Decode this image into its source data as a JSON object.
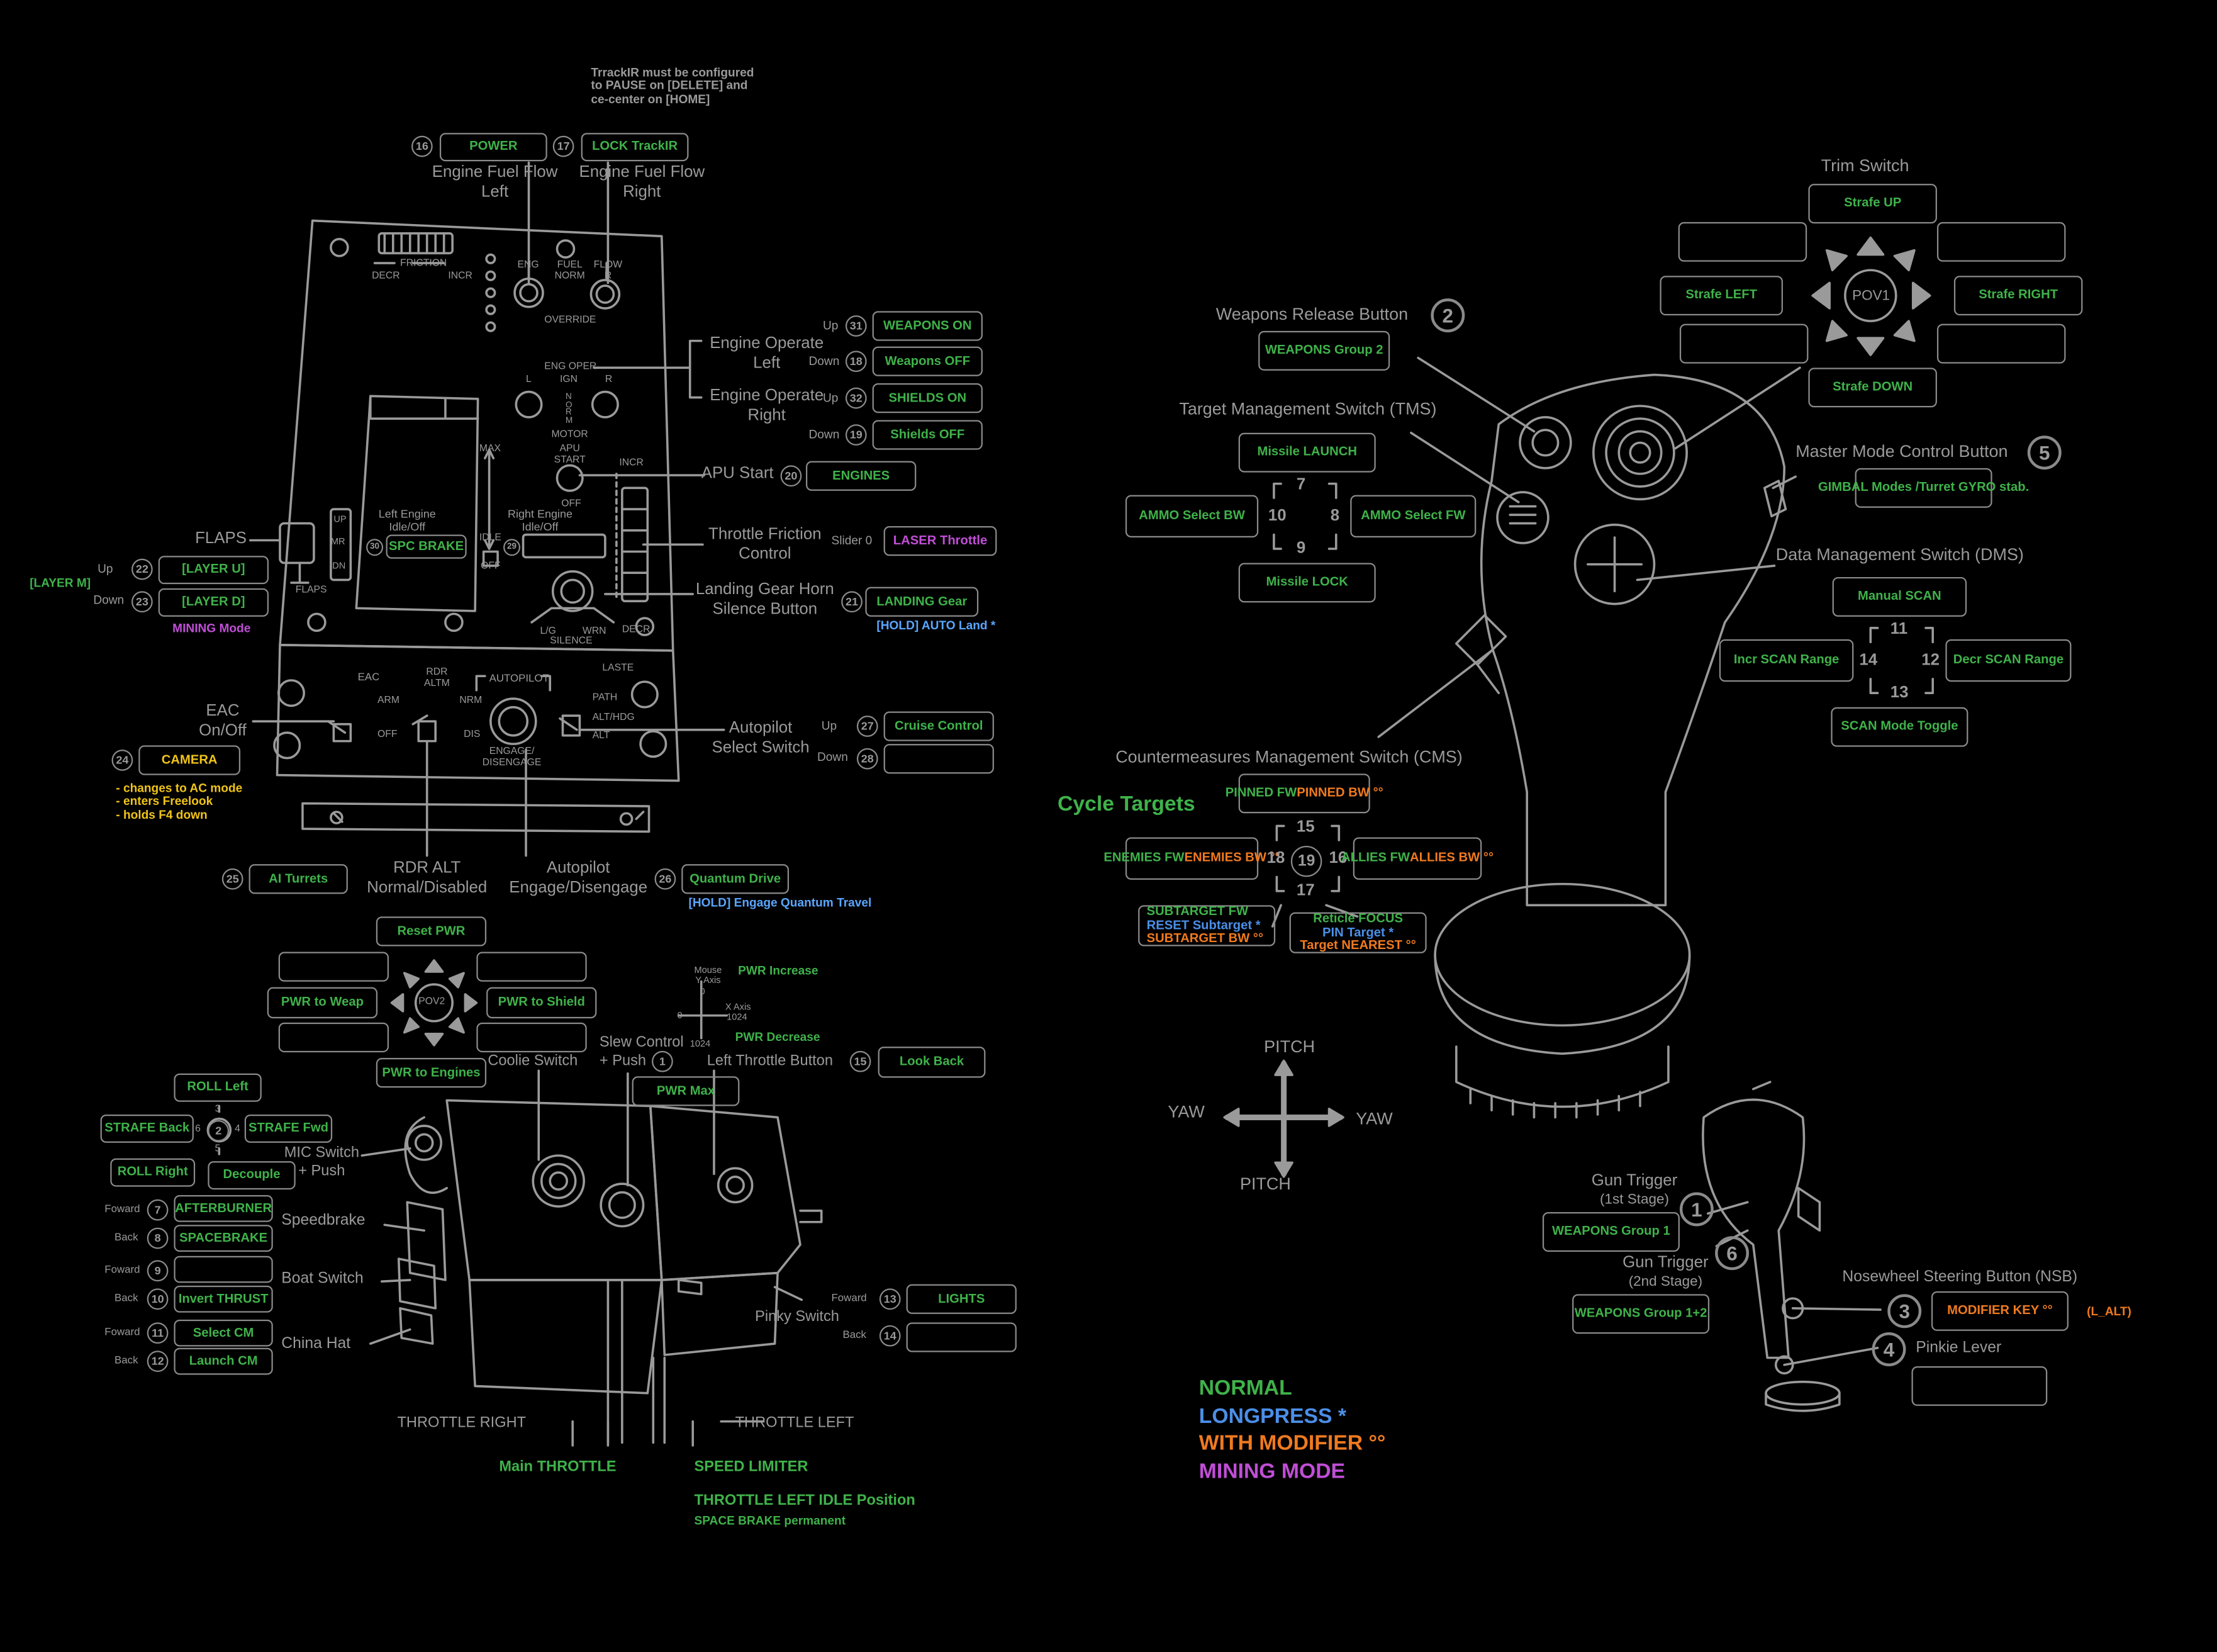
{
  "colors": {
    "normal": "#3fb24a",
    "longpress": "#4b8fe8",
    "modifier": "#ef7a1f",
    "mining": "#c04ed6",
    "camera_notes": "#f0c419",
    "hold_text": "#5aa6ff",
    "outline": "#8a8a8a"
  },
  "notes": {
    "trackir": [
      "TrrackIR must be configured",
      "to PAUSE on [DELETE] and",
      "ce-center on [HOME]"
    ],
    "camera": [
      "- changes to AC mode",
      "- enters Freelook",
      "- holds F4 down"
    ]
  },
  "legend": {
    "normal": "NORMAL",
    "longpress": "LONGPRESS *",
    "modifier": "WITH MODIFIER °°",
    "mining": "MINING MODE"
  },
  "throttle_panel": {
    "friction": "FRICTION",
    "decr": "DECR",
    "incr": "INCR",
    "eng": "ENG",
    "fuel_norm": [
      "FUEL",
      "NORM"
    ],
    "flow": [
      "FLOW",
      "R"
    ],
    "override": "OVERRIDE",
    "eng_oper": "ENG OPER",
    "l": "L",
    "ign": "IGN",
    "r": "R",
    "norm": "NORM",
    "motor": "MOTOR",
    "apu": [
      "APU",
      "START"
    ],
    "off": "OFF",
    "max": "MAX",
    "idle": "IDLE",
    "incr2": "INCR",
    "decr2": "DECR",
    "up": "UP",
    "mr": "MR",
    "dn": "DN",
    "flaps_small": "FLAPS",
    "lg": "L/G",
    "wrn": "WRN",
    "silence": "SILENCE",
    "eac": "EAC",
    "arm": "ARM",
    "off2": "OFF",
    "rdr": [
      "RDR",
      "ALTM"
    ],
    "nrm": "NRM",
    "dis": "DIS",
    "autopilot": "AUTOPILOT",
    "engage": [
      "ENGAGE/",
      "DISENGAGE"
    ],
    "laste": "LASTE",
    "path": "PATH",
    "althdg": "ALT/HDG",
    "alt": "ALT"
  },
  "labels": {
    "eng_fuel_left": [
      "Engine Fuel Flow",
      "Left"
    ],
    "eng_fuel_right": [
      "Engine Fuel Flow",
      "Right"
    ],
    "eng_op_left": [
      "Engine Operate",
      "Left"
    ],
    "eng_op_right": [
      "Engine Operate",
      "Right"
    ],
    "apu_start": "APU Start",
    "throttle_friction": [
      "Throttle Friction",
      "Control"
    ],
    "slider0": "Slider 0",
    "lg_horn": [
      "Landing Gear Horn",
      "Silence Button"
    ],
    "left_engine": [
      "Left Engine",
      "Idle/Off"
    ],
    "right_engine": [
      "Right Engine",
      "Idle/Off"
    ],
    "flaps": "FLAPS",
    "up": "Up",
    "down": "Down",
    "layer_m": "[LAYER M]",
    "mining_mode": "MINING Mode",
    "eac": [
      "EAC",
      "On/Off"
    ],
    "autopilot_select": [
      "Autopilot",
      "Select Switch"
    ],
    "rdr_alt": [
      "RDR ALT",
      "Normal/Disabled"
    ],
    "autopilot_engage": [
      "Autopilot",
      "Engage/Disengage"
    ],
    "hold_auto_land": "[HOLD] AUTO Land *",
    "hold_quantum": "[HOLD] Engage Quantum Travel",
    "coolie": "Coolie Switch",
    "slew": [
      "Slew Control",
      "+ Push"
    ],
    "left_throttle_btn": "Left Throttle Button",
    "mouse_y": [
      "Mouse",
      "Y Axis"
    ],
    "zero": "0",
    "x_axis": "X Axis",
    "v1024": "1024",
    "pwr_increase": "PWR Increase",
    "pwr_decrease": "PWR Decrease",
    "mic": [
      "MIC Switch",
      "+ Push"
    ],
    "speedbrake": "Speedbrake",
    "boat": "Boat Switch",
    "china": "China Hat",
    "foward": "Foward",
    "back": "Back",
    "pinky_switch": "Pinky Switch",
    "throttle_right": "THROTTLE RIGHT",
    "throttle_left": "THROTTLE LEFT",
    "main_throttle": "Main THROTTLE",
    "speed_limiter": "SPEED LIMITER",
    "idle_position": "THROTTLE LEFT IDLE Position",
    "space_brake": "SPACE BRAKE permanent",
    "trim": "Trim Switch",
    "pov1": "POV1",
    "pov2": "POV2",
    "weapons_release": "Weapons Release Button",
    "tms": "Target Management Switch (TMS)",
    "master_mode": "Master Mode Control Button",
    "dms": "Data Management Switch (DMS)",
    "cms": "Countermeasures Management Switch (CMS)",
    "cycle_targets": "Cycle Targets",
    "pitch": "PITCH",
    "yaw": "YAW",
    "gun_trigger1": [
      "Gun Trigger",
      "(1st Stage)"
    ],
    "gun_trigger2": [
      "Gun Trigger",
      "(2nd Stage)"
    ],
    "nsb": "Nosewheel Steering Button (NSB)",
    "pinkie_lever": "Pinkie Lever",
    "l_alt": "(L_ALT)"
  },
  "buttons": {
    "power": "POWER",
    "lock_trackir": "LOCK TrackIR",
    "weapons_on": "WEAPONS ON",
    "weapons_off": "Weapons OFF",
    "shields_on": "SHIELDS ON",
    "shields_off": "Shields OFF",
    "engines": "ENGINES",
    "laser_throttle": "LASER Throttle",
    "landing_gear": "LANDING Gear",
    "spc_brake": "SPC BRAKE",
    "layer_u": "[LAYER U]",
    "layer_d": "[LAYER D]",
    "camera": "CAMERA",
    "cruise": "Cruise Control",
    "ai_turrets": "AI Turrets",
    "quantum": "Quantum Drive",
    "reset_pwr": "Reset PWR",
    "pwr_weap": "PWR to Weap",
    "pwr_shield": "PWR to Shield",
    "pwr_engines": "PWR to Engines",
    "pwr_max": "PWR Max",
    "look_back": "Look Back",
    "roll_left": "ROLL Left",
    "strafe_back": "STRAFE Back",
    "strafe_fwd": "STRAFE Fwd",
    "roll_right": "ROLL Right",
    "decouple": "Decouple",
    "afterburner": "AFTERBURNER",
    "spacebrake": "SPACEBRAKE",
    "invert": "Invert THRUST",
    "select_cm": "Select CM",
    "launch_cm": "Launch CM",
    "lights": "LIGHTS",
    "strafe_up": "Strafe UP",
    "strafe_left": "Strafe LEFT",
    "strafe_right": "Strafe RIGHT",
    "strafe_down": "Strafe DOWN",
    "weapons_group2": "WEAPONS Group 2",
    "missile_launch": "Missile LAUNCH",
    "missile_lock": "Missile LOCK",
    "ammo_bw": "AMMO Select BW",
    "ammo_fw": "AMMO Select FW",
    "gimbal": [
      "GIMBAL Modes /",
      "Turret GYRO stab."
    ],
    "manual_scan": "Manual SCAN",
    "incr_scan": "Incr SCAN Range",
    "decr_scan": "Decr SCAN Range",
    "scan_toggle": "SCAN Mode Toggle",
    "pinned": [
      "PINNED FW",
      "PINNED BW °°"
    ],
    "enemies": [
      "ENEMIES FW",
      "ENEMIES BW °°"
    ],
    "allies": [
      "ALLIES FW",
      "ALLIES BW °°"
    ],
    "subtarget": [
      "SUBTARGET FW",
      "RESET Subtarget *",
      "SUBTARGET BW °°"
    ],
    "reticle": [
      "Reticle FOCUS",
      "PIN Target *",
      "Target NEAREST °°"
    ],
    "weapons_group1": "WEAPONS Group 1",
    "weapons_group12": "WEAPONS Group 1+2",
    "modifier_key": "MODIFIER KEY °°"
  },
  "numbers": {
    "n16": "16",
    "n17": "17",
    "n31": "31",
    "n18": "18",
    "n32": "32",
    "n19": "19",
    "n20": "20",
    "n21": "21",
    "n29": "29",
    "n30": "30",
    "n22": "22",
    "n23": "23",
    "n24": "24",
    "n27": "27",
    "n28": "28",
    "n25": "25",
    "n26": "26",
    "n1": "1",
    "n15": "15",
    "n2": "2",
    "n7": "7",
    "n8": "8",
    "n9": "9",
    "n10": "10",
    "n11": "11",
    "n12": "12",
    "n13": "13",
    "n14": "14",
    "n3": "3",
    "n4": "4",
    "n5": "5",
    "n6": "6",
    "s3": "3",
    "s4": "4",
    "s5": "5",
    "s6": "6"
  }
}
